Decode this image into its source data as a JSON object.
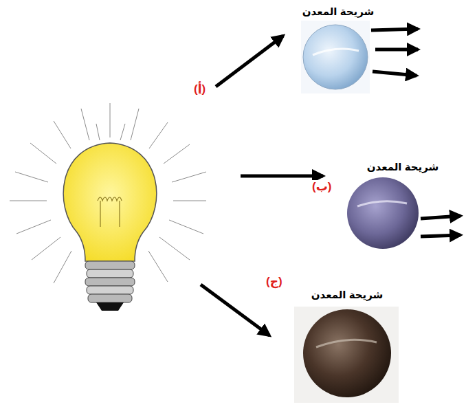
{
  "diagram": {
    "nodes": [
      {
        "text": [
          "شريحة المعدن"
        ]
      },
      {
        "text": [
          "شريحة المعدن"
        ]
      },
      {
        "text": [
          "شريحة المعدن"
        ]
      }
    ],
    "labels": [
      "(أ)",
      "(ب)",
      "(ج)"
    ]
  }
}
